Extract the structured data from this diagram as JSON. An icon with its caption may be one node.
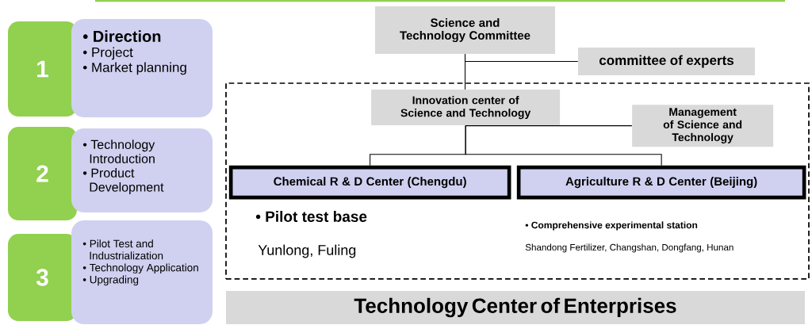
{
  "diagram": {
    "nodes": [
      {
        "text": [
          "1"
        ]
      },
      {
        "text": [
          "• Direction",
          "• Project",
          "• Market planning"
        ]
      },
      {
        "text": [
          "2"
        ]
      },
      {
        "text": [
          "• Technology Introduction",
          "• Product Development"
        ]
      },
      {
        "text": [
          "3"
        ]
      },
      {
        "text": [
          "• Pilot Test and Industrialization",
          "• Technology Application",
          "• Upgrading"
        ]
      },
      {
        "text": [
          "Science and Technology Committee"
        ]
      },
      {
        "text": [
          "committee of experts"
        ]
      },
      {
        "text": [],
        "shape": "box"
      },
      {
        "text": [
          "Innovation center of Science and Technology"
        ],
        "in": 8
      },
      {
        "text": [
          "Management of Science and Technology"
        ],
        "in": 8
      },
      {
        "text": [
          "Chemical R & D Center (Chengdu)"
        ],
        "in": 8,
        "beside": [
          "• Pilot test base",
          "Yunlong, Fuling"
        ]
      },
      {
        "text": [
          "Agriculture R & D Center (Beijing)"
        ],
        "in": 8,
        "beside": [
          "• Comprehensive experimental station",
          "Shandong Fertilizer, Changshan, Dongfang, Hunan"
        ]
      },
      {
        "text": [
          "Technology Center of Enterprises"
        ]
      }
    ],
    "edges": [
      {
        "from": 6,
        "to": 9,
        "arrow": "none"
      },
      {
        "from": 7,
        "to": 6,
        "arrow": "none"
      },
      {
        "from": 10,
        "to": 9,
        "arrow": "none"
      },
      {
        "from": 9,
        "to": 11,
        "arrow": "none"
      },
      {
        "from": 9,
        "to": 12,
        "arrow": "none"
      }
    ]
  }
}
